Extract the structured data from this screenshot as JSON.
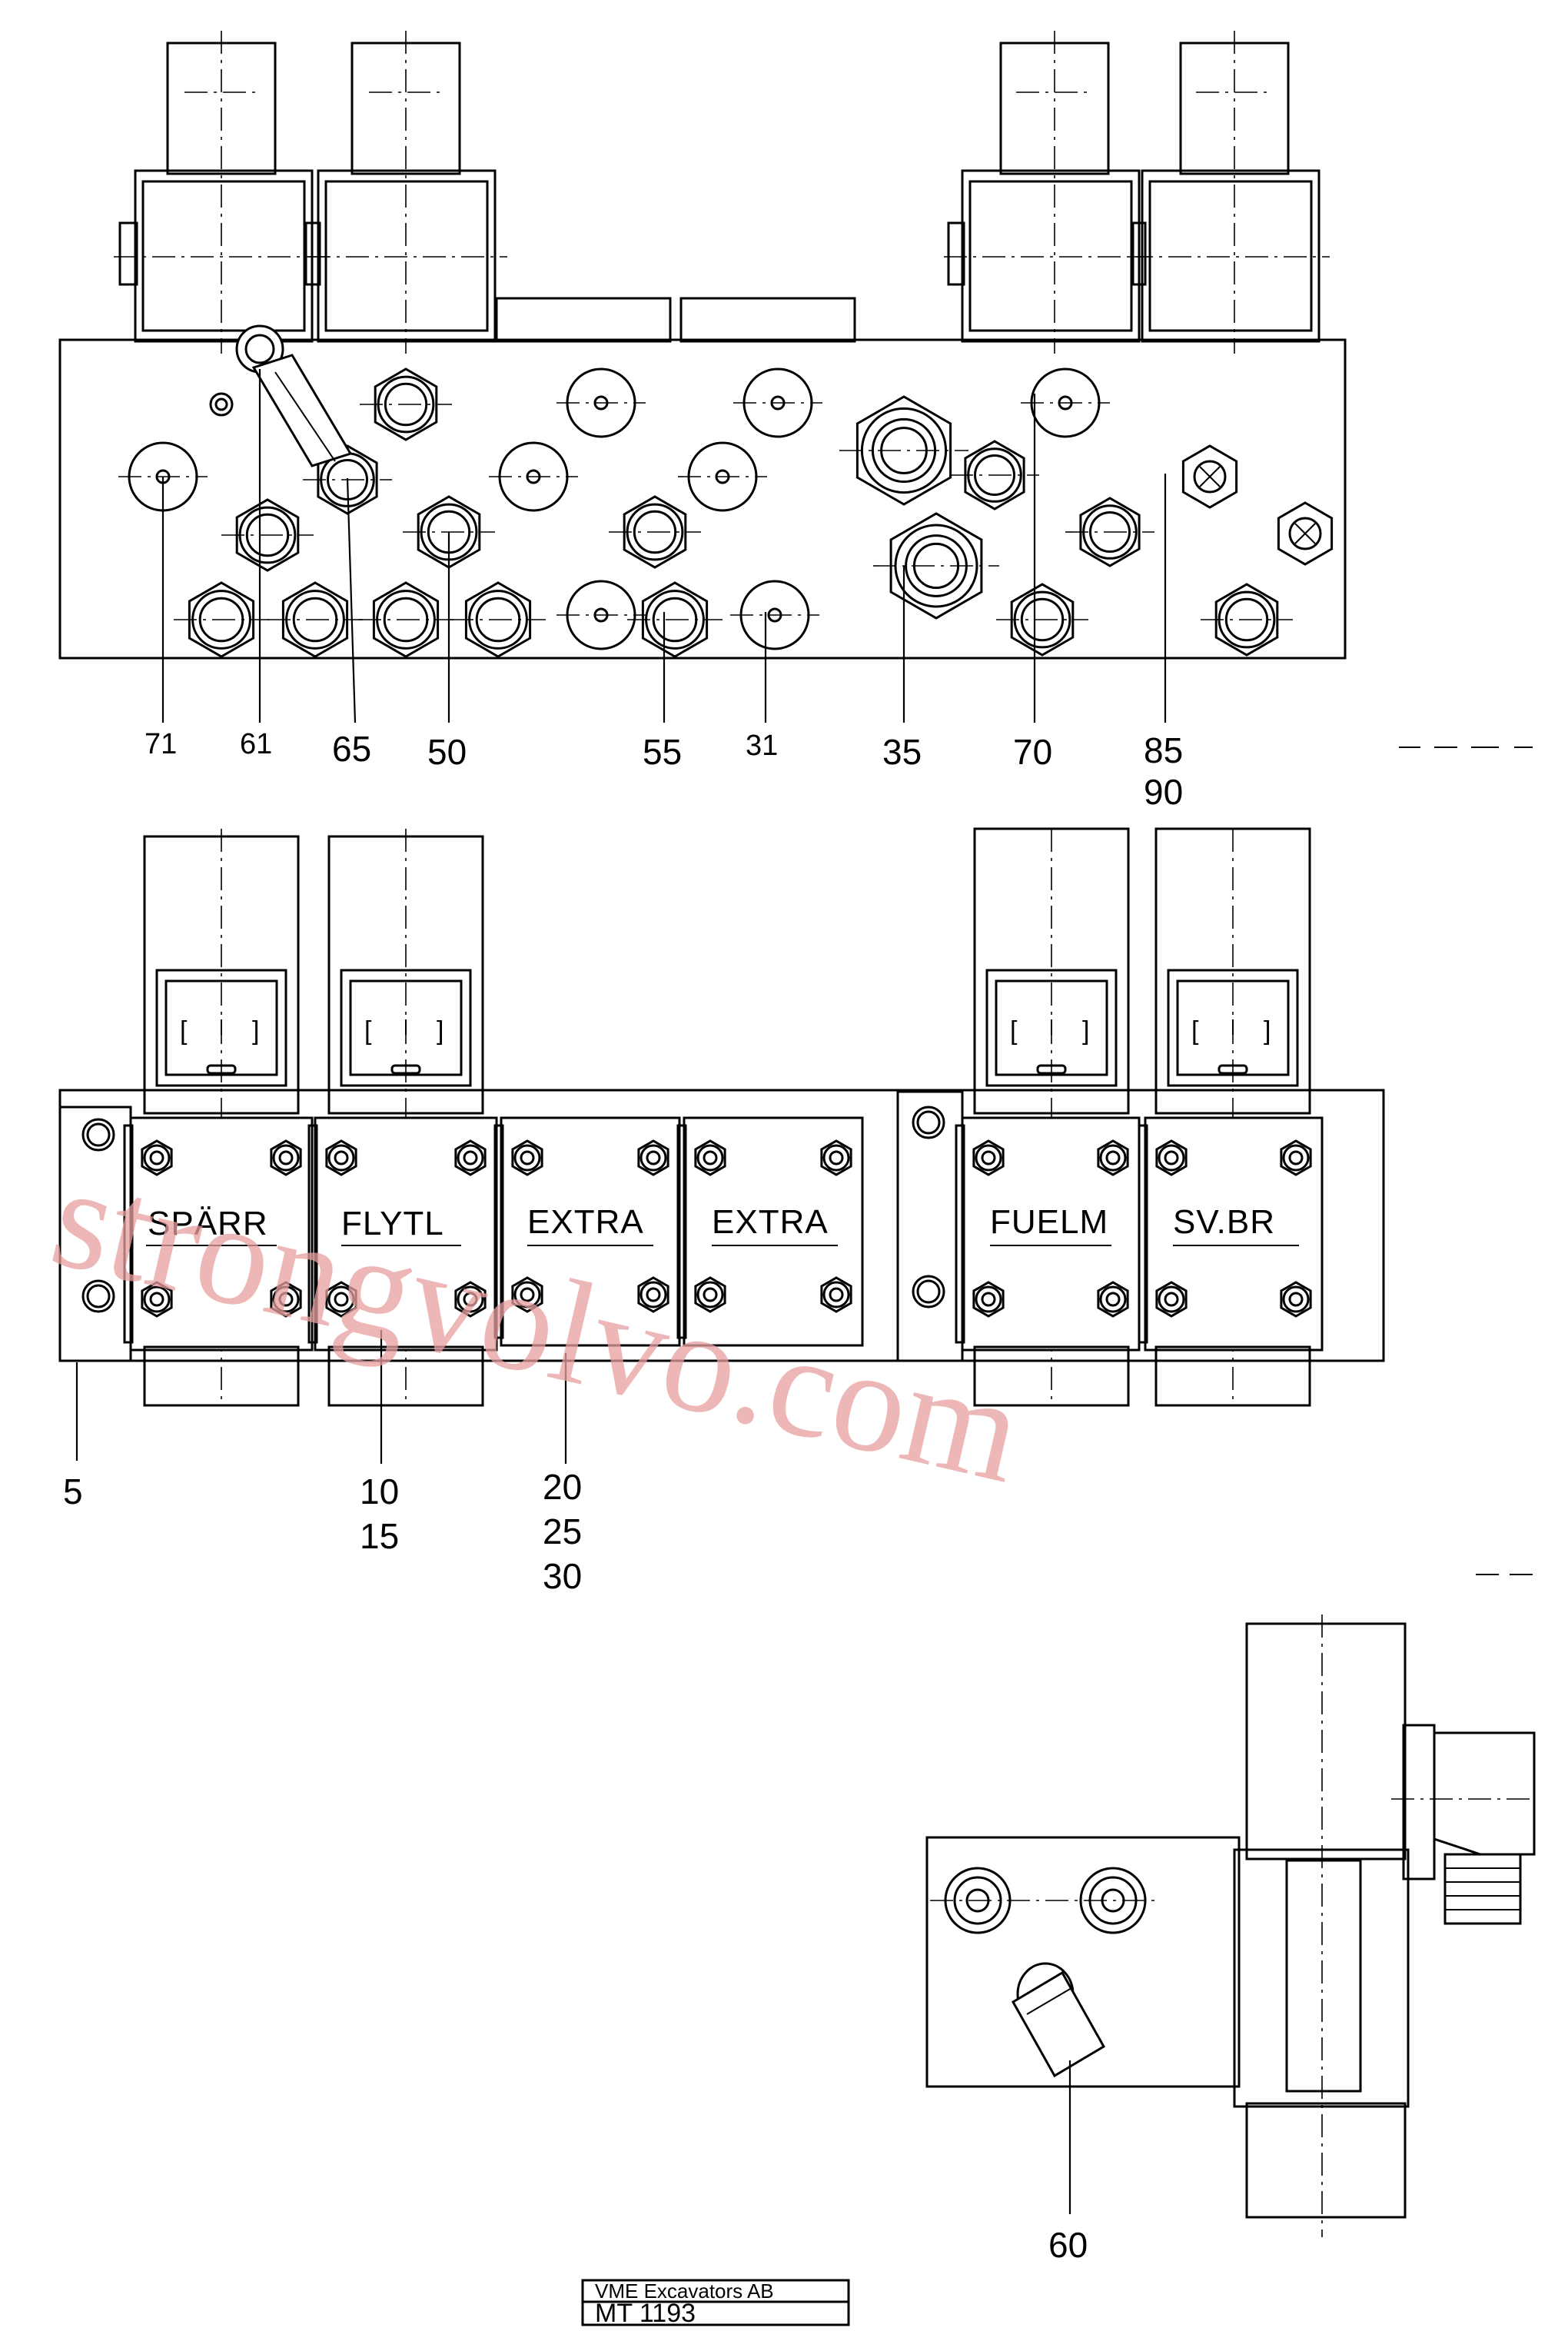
{
  "top_view": {
    "callouts": [
      {
        "id": "71",
        "text": "71"
      },
      {
        "id": "61",
        "text": "61"
      },
      {
        "id": "65",
        "text": "65"
      },
      {
        "id": "50",
        "text": "50"
      },
      {
        "id": "55",
        "text": "55"
      },
      {
        "id": "31",
        "text": "31"
      },
      {
        "id": "35",
        "text": "35"
      },
      {
        "id": "70",
        "text": "70"
      },
      {
        "id": "85",
        "text": "85"
      },
      {
        "id": "90",
        "text": "90"
      }
    ]
  },
  "front_view": {
    "plates": [
      "SPÄRR",
      "FLYTL",
      "EXTRA",
      "EXTRA",
      "FUELM",
      "SV.BR"
    ],
    "callouts": [
      {
        "id": "5",
        "text": "5"
      },
      {
        "id": "10",
        "text": "10"
      },
      {
        "id": "15",
        "text": "15"
      },
      {
        "id": "20",
        "text": "20"
      },
      {
        "id": "25",
        "text": "25"
      },
      {
        "id": "30",
        "text": "30"
      }
    ]
  },
  "side_view": {
    "callouts": [
      {
        "id": "60",
        "text": "60"
      }
    ]
  },
  "title_block": {
    "company": "VME Excavators AB",
    "drawing_no": "MT 1193"
  },
  "watermark": "strongvolvo.com"
}
